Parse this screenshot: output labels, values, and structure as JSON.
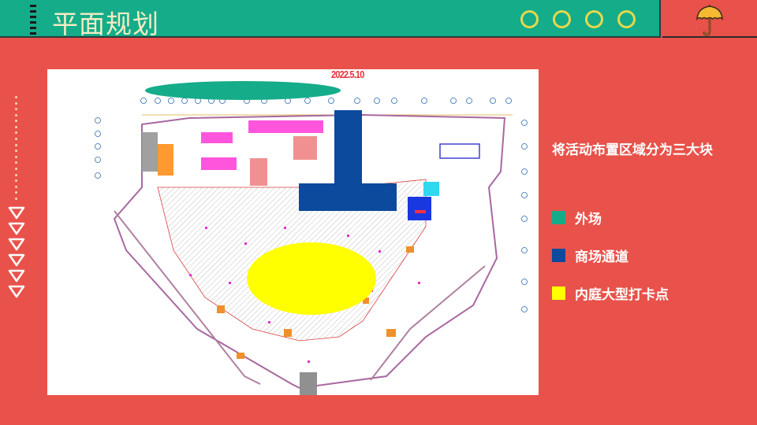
{
  "header": {
    "title": "平面规划",
    "decor_circle_count": 4,
    "corner_icon": "umbrella-icon",
    "colors": {
      "bar": "#15ac8a",
      "title_text": "#f3ecc4",
      "circles": "#e6d84a",
      "background": "#e8524a"
    }
  },
  "sidebar": {
    "decor_icon": "triangle-down-icon",
    "triangle_count": 6
  },
  "floor_plan": {
    "date_label": "2022.5.10",
    "zones": [
      {
        "name": "外场",
        "shape": "ellipse",
        "color": "#15ac8a"
      },
      {
        "name": "商场通道",
        "shape": "inverted-T",
        "color": "#0b4a9c"
      },
      {
        "name": "内庭大型打卡点",
        "shape": "ellipse",
        "color": "#ffff00"
      }
    ]
  },
  "legend": {
    "heading": "将活动布置区域分为三大块",
    "items": [
      {
        "label": "外场",
        "color": "#15ac8a"
      },
      {
        "label": "商场通道",
        "color": "#0b4a9c"
      },
      {
        "label": "内庭大型打卡点",
        "color": "#ffff00"
      }
    ]
  }
}
